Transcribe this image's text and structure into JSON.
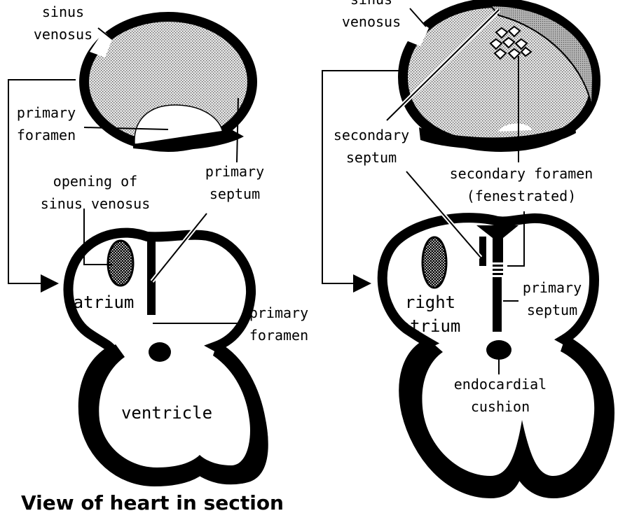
{
  "title": "View of heart in section",
  "left": {
    "sinus_venosus": [
      "sinus",
      "venosus"
    ],
    "primary_foramen_top": [
      "primary",
      "foramen"
    ],
    "primary_septum": [
      "primary",
      "septum"
    ],
    "opening": [
      "opening of",
      "sinus venosus"
    ],
    "atrium": "atrium",
    "primary_foramen_side": [
      "primary",
      "foramen"
    ],
    "ventricle": "ventricle"
  },
  "right": {
    "sinus_venosus": [
      "sinus",
      "venosus"
    ],
    "secondary_septum": [
      "secondary",
      "septum"
    ],
    "secondary_foramen": [
      "secondary foramen",
      "(fenestrated)"
    ],
    "right_atrium": [
      "right",
      "atrium"
    ],
    "primary_septum": [
      "primary",
      "septum"
    ],
    "endocardial_cushion": [
      "endocardial",
      "cushion"
    ]
  },
  "colors": {
    "ink": "#000000",
    "paper": "#ffffff",
    "stipple": "#d8d8d8",
    "hatch": "#9a9a9a"
  }
}
